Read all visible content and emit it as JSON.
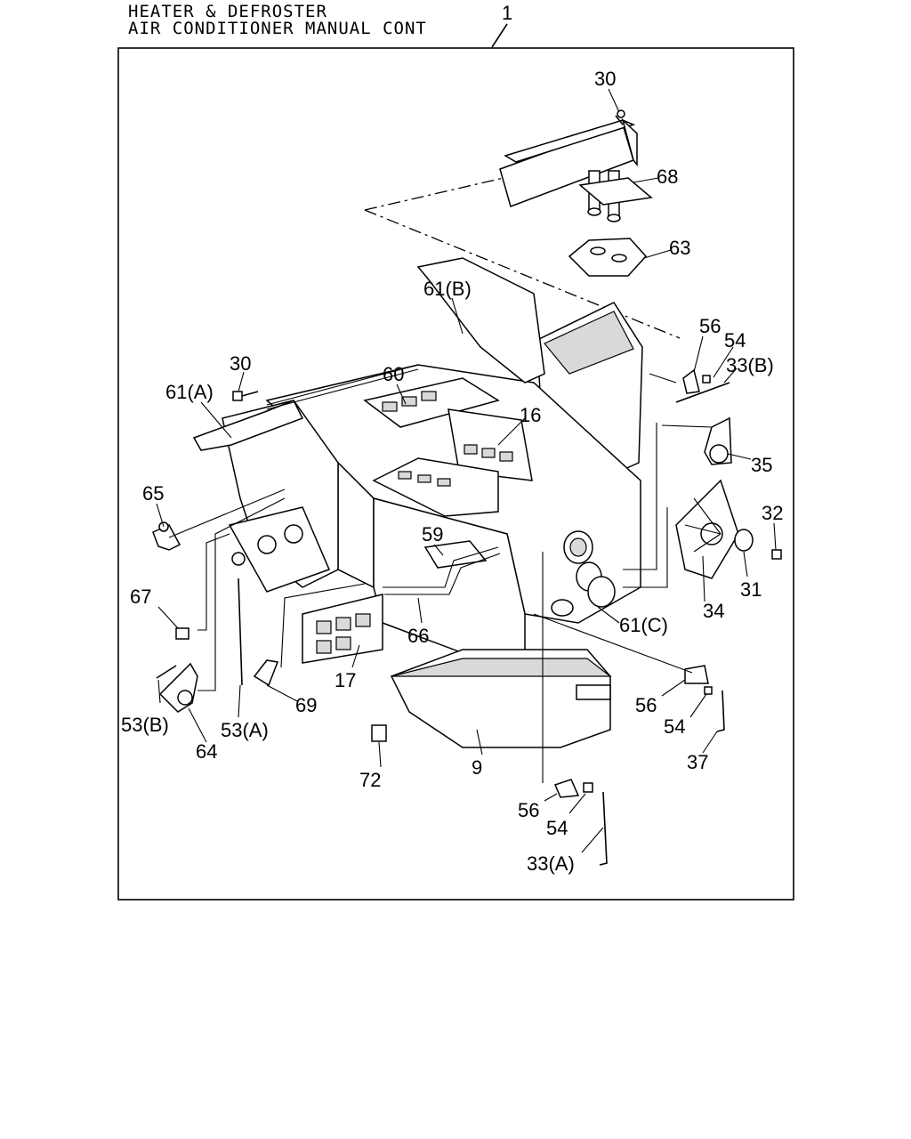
{
  "header": {
    "title_line1": "HEATER & DEFROSTER",
    "title_line2": "AIR CONDITIONER MANUAL CONT",
    "assembly_ref": "1"
  },
  "callouts": [
    {
      "id": "c30a",
      "text": "30"
    },
    {
      "id": "c68",
      "text": "68"
    },
    {
      "id": "c63",
      "text": "63"
    },
    {
      "id": "c61b",
      "text": "61(B)"
    },
    {
      "id": "c56a",
      "text": "56"
    },
    {
      "id": "c54a",
      "text": "54"
    },
    {
      "id": "c33b",
      "text": "33(B)"
    },
    {
      "id": "c30b",
      "text": "30"
    },
    {
      "id": "c61a",
      "text": "61(A)"
    },
    {
      "id": "c60",
      "text": "60"
    },
    {
      "id": "c16",
      "text": "16"
    },
    {
      "id": "c35",
      "text": "35"
    },
    {
      "id": "c65",
      "text": "65"
    },
    {
      "id": "c32",
      "text": "32"
    },
    {
      "id": "c59",
      "text": "59"
    },
    {
      "id": "c31",
      "text": "31"
    },
    {
      "id": "c67",
      "text": "67"
    },
    {
      "id": "c34",
      "text": "34"
    },
    {
      "id": "c61c",
      "text": "61(C)"
    },
    {
      "id": "c66",
      "text": "66"
    },
    {
      "id": "c17",
      "text": "17"
    },
    {
      "id": "c69",
      "text": "69"
    },
    {
      "id": "c53b",
      "text": "53(B)"
    },
    {
      "id": "c53a",
      "text": "53(A)"
    },
    {
      "id": "c64",
      "text": "64"
    },
    {
      "id": "c56b",
      "text": "56"
    },
    {
      "id": "c54b",
      "text": "54"
    },
    {
      "id": "c37",
      "text": "37"
    },
    {
      "id": "c72",
      "text": "72"
    },
    {
      "id": "c9",
      "text": "9"
    },
    {
      "id": "c56c",
      "text": "56"
    },
    {
      "id": "c54c",
      "text": "54"
    },
    {
      "id": "c33a",
      "text": "33(A)"
    }
  ]
}
